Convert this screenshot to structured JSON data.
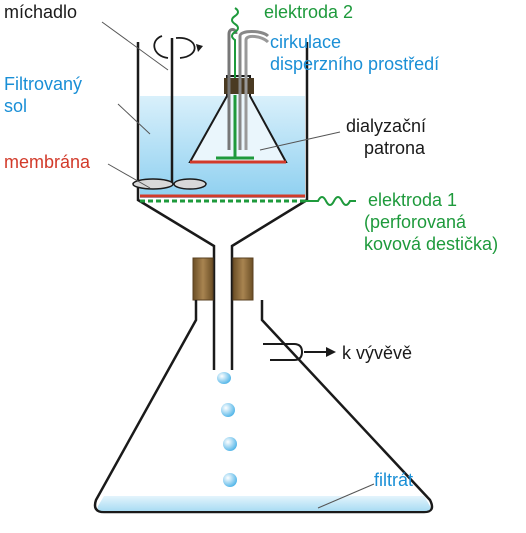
{
  "labels": {
    "stirrer": "míchadlo",
    "electrode2": "elektroda 2",
    "circulation_line1": "cirkulace",
    "circulation_line2": "disperzního prostředí",
    "filtered_sol_line1": "Filtrovaný",
    "filtered_sol_line2": "sol",
    "dialysis_line1": "dialyzační",
    "dialysis_line2": "patrona",
    "membrane": "membrána",
    "electrode1_line1": "elektroda 1",
    "electrode1_line2": "(perforovaná",
    "electrode1_line3": "kovová destička)",
    "pump": "k vývěvě",
    "filtrate": "filtrát"
  },
  "colors": {
    "black": "#1a1a1a",
    "blue_label": "#1a8fd6",
    "red_label": "#d23a2a",
    "green_label": "#1e9a3c",
    "liquid": "#bfe4f7",
    "stopper": "#8a6a3c",
    "membrane_line": "#d23a2a",
    "electrode_line": "#1e9a3c"
  }
}
